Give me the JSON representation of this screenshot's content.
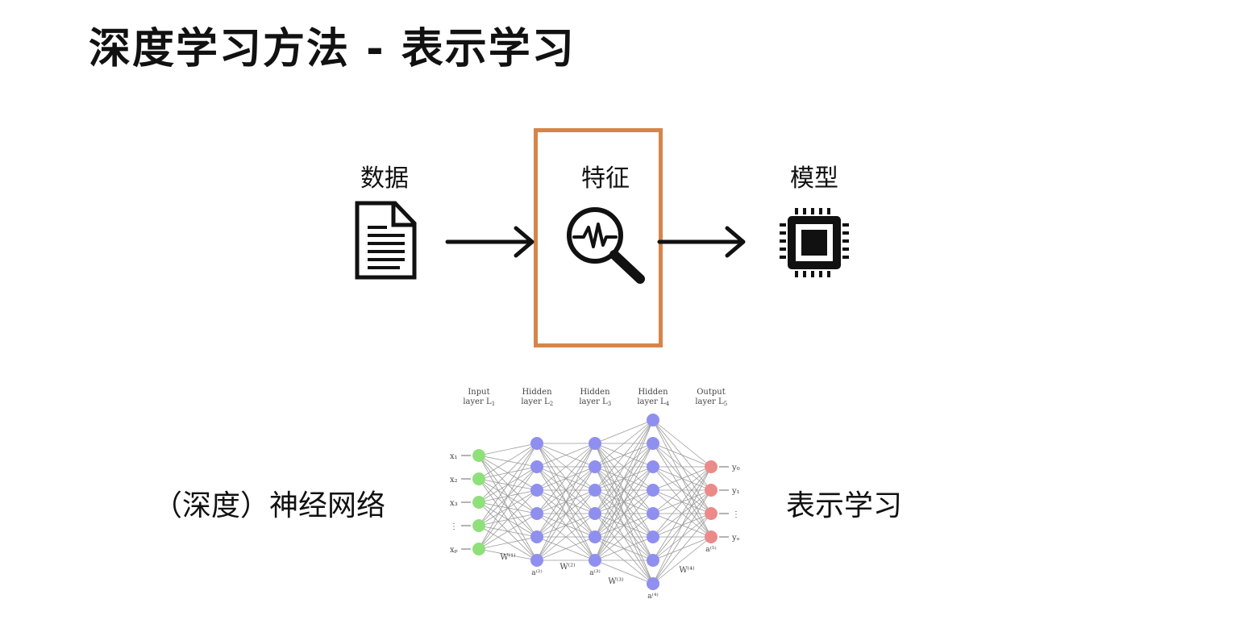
{
  "title": "深度学习方法 - 表示学习",
  "pipeline": {
    "data_label": "数据",
    "feature_label": "特征",
    "model_label": "模型",
    "feature_box_color": "#d6854a",
    "icons": [
      "document-icon",
      "arrow-right-icon",
      "magnifier-waveform-icon",
      "arrow-right-icon",
      "chip-icon"
    ]
  },
  "bottom": {
    "left_label": "（深度）神经网络",
    "right_label": "表示学习"
  },
  "network": {
    "layers": [
      {
        "name_line1": "Input",
        "name_line2": "layer L",
        "sub": "1",
        "color": "#8fe07a"
      },
      {
        "name_line1": "Hidden",
        "name_line2": "layer L",
        "sub": "2",
        "color": "#8f8ff0"
      },
      {
        "name_line1": "Hidden",
        "name_line2": "layer L",
        "sub": "3",
        "color": "#8f8ff0"
      },
      {
        "name_line1": "Hidden",
        "name_line2": "layer L",
        "sub": "4",
        "color": "#8f8ff0"
      },
      {
        "name_line1": "Output",
        "name_line2": "layer L",
        "sub": "5",
        "color": "#ec8a8a"
      }
    ],
    "input_labels": [
      "x₁",
      "x₂",
      "x₃",
      "⋮",
      "xₚ"
    ],
    "output_labels": [
      "y₀",
      "y₁",
      "⋮",
      "yₒ"
    ],
    "weight_labels": [
      "W⁽¹⁾",
      "W⁽²⁾",
      "W⁽³⁾",
      "W⁽⁴⁾"
    ],
    "activation_labels": [
      "a⁽²⁾",
      "a⁽³⁾",
      "a⁽⁴⁾",
      "a⁽⁵⁾"
    ]
  }
}
